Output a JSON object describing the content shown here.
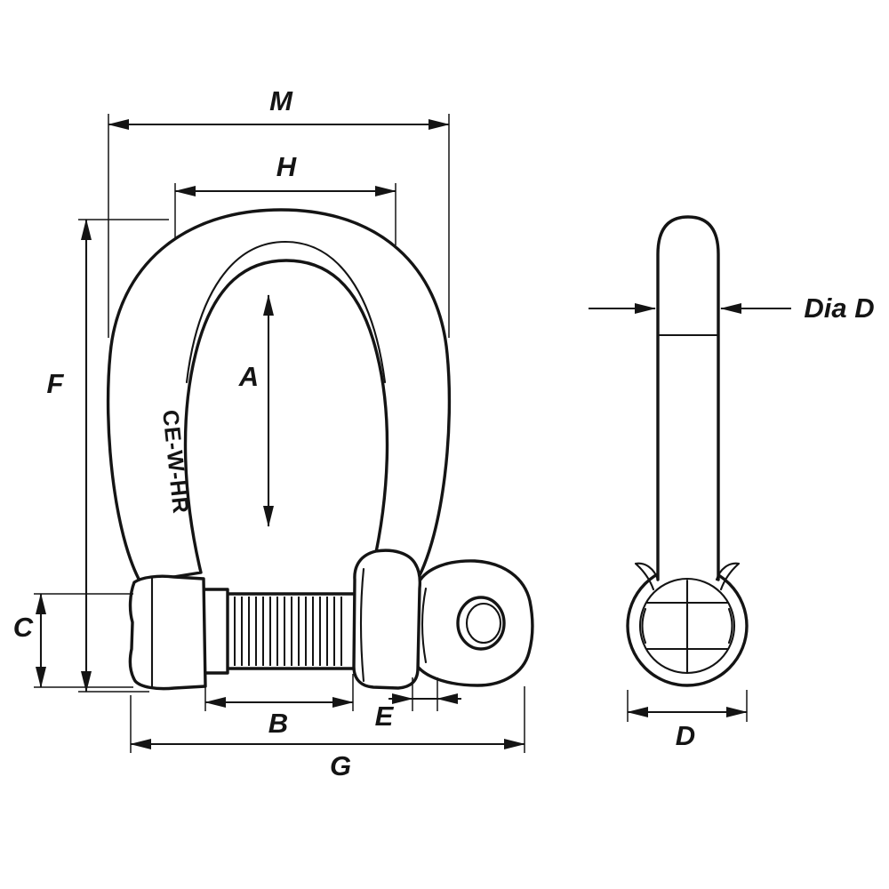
{
  "colors": {
    "background": "#ffffff",
    "line": "#141414"
  },
  "front_view": {
    "engraving": "CE-W-HR",
    "labels": {
      "M": "M",
      "H": "H",
      "A": "A",
      "F": "F",
      "C": "C",
      "B": "B",
      "E": "E",
      "G": "G"
    }
  },
  "side_view": {
    "labels": {
      "dia_d": "Dia D",
      "d": "D"
    }
  }
}
